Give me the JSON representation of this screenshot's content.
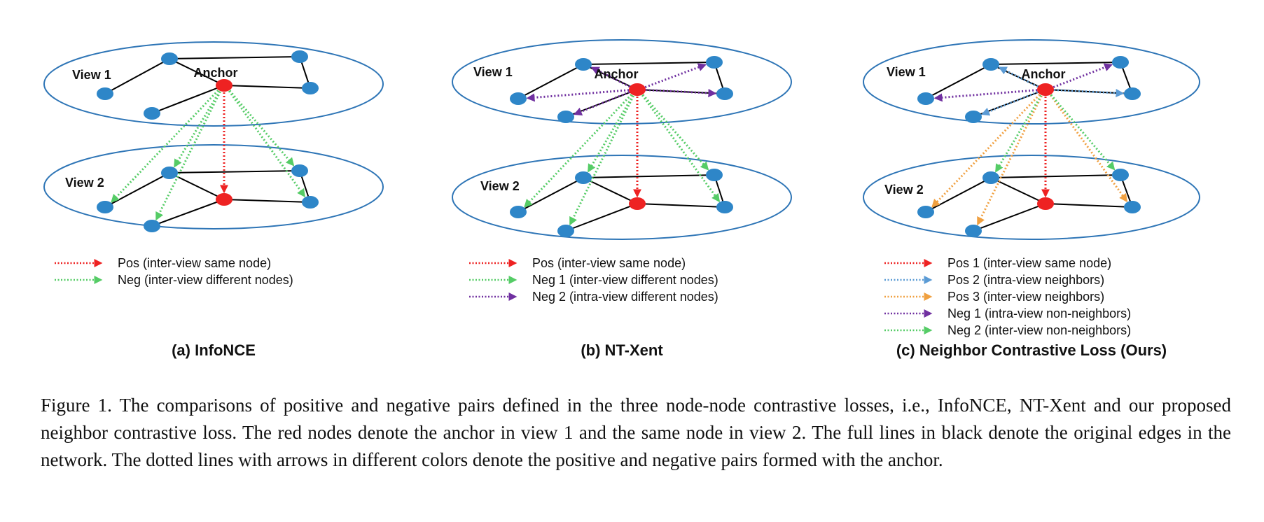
{
  "colors": {
    "ellipse_stroke": "#2e75b6",
    "node_blue": "#2e86c8",
    "node_red": "#ee2222",
    "edge": "#000000",
    "pos_red": "#ee2222",
    "neg_green": "#55cc66",
    "neg_purple": "#7030a0",
    "pos_blue": "#5b9bd5",
    "pos_orange": "#f0a040"
  },
  "view_labels": {
    "view1": "View 1",
    "view2": "View 2"
  },
  "anchor_label": "Anchor",
  "panels": [
    {
      "id": "a",
      "title": "(a) InfoNCE",
      "legend": [
        {
          "label": "Pos (inter-view same node)",
          "color": "pos_red"
        },
        {
          "label": "Neg (inter-view different nodes)",
          "color": "neg_green"
        }
      ],
      "arrows": [
        {
          "from": "anchor1",
          "to": "anchor2",
          "color": "pos_red"
        },
        {
          "from": "anchor1",
          "to": "v2-0",
          "color": "neg_green"
        },
        {
          "from": "anchor1",
          "to": "v2-1",
          "color": "neg_green"
        },
        {
          "from": "anchor1",
          "to": "v2-2",
          "color": "neg_green"
        },
        {
          "from": "anchor1",
          "to": "v2-3",
          "color": "neg_green"
        },
        {
          "from": "anchor1",
          "to": "v2-4",
          "color": "neg_green"
        }
      ]
    },
    {
      "id": "b",
      "title": "(b) NT-Xent",
      "legend": [
        {
          "label": "Pos (inter-view same node)",
          "color": "pos_red"
        },
        {
          "label": "Neg 1 (inter-view different nodes)",
          "color": "neg_green"
        },
        {
          "label": "Neg 2 (intra-view different nodes)",
          "color": "neg_purple"
        }
      ],
      "arrows": [
        {
          "from": "anchor1",
          "to": "anchor2",
          "color": "pos_red"
        },
        {
          "from": "anchor1",
          "to": "v2-0",
          "color": "neg_green"
        },
        {
          "from": "anchor1",
          "to": "v2-1",
          "color": "neg_green"
        },
        {
          "from": "anchor1",
          "to": "v2-2",
          "color": "neg_green"
        },
        {
          "from": "anchor1",
          "to": "v2-3",
          "color": "neg_green"
        },
        {
          "from": "anchor1",
          "to": "v2-4",
          "color": "neg_green"
        },
        {
          "from": "anchor1",
          "to": "v1-0",
          "color": "neg_purple"
        },
        {
          "from": "anchor1",
          "to": "v1-1",
          "color": "neg_purple"
        },
        {
          "from": "anchor1",
          "to": "v1-2",
          "color": "neg_purple"
        },
        {
          "from": "anchor1",
          "to": "v1-3",
          "color": "neg_purple"
        },
        {
          "from": "anchor1",
          "to": "v1-4",
          "color": "neg_purple"
        }
      ]
    },
    {
      "id": "c",
      "title": "(c) Neighbor Contrastive Loss (Ours)",
      "legend": [
        {
          "label": "Pos 1 (inter-view same node)",
          "color": "pos_red"
        },
        {
          "label": "Pos 2 (intra-view neighbors)",
          "color": "pos_blue"
        },
        {
          "label": "Pos 3 (inter-view neighbors)",
          "color": "pos_orange"
        },
        {
          "label": "Neg 1 (intra-view non-neighbors)",
          "color": "neg_purple"
        },
        {
          "label": "Neg 2 (inter-view non-neighbors)",
          "color": "neg_green"
        }
      ],
      "arrows": [
        {
          "from": "anchor1",
          "to": "anchor2",
          "color": "pos_red"
        },
        {
          "from": "anchor1",
          "to": "v1-0",
          "color": "pos_blue"
        },
        {
          "from": "anchor1",
          "to": "v1-2",
          "color": "pos_blue"
        },
        {
          "from": "anchor1",
          "to": "v1-4",
          "color": "pos_blue"
        },
        {
          "from": "anchor1",
          "to": "v2-1",
          "color": "pos_orange"
        },
        {
          "from": "anchor1",
          "to": "v2-2",
          "color": "pos_orange"
        },
        {
          "from": "anchor1",
          "to": "v2-4",
          "color": "pos_orange"
        },
        {
          "from": "anchor1",
          "to": "v1-1",
          "color": "neg_purple"
        },
        {
          "from": "anchor1",
          "to": "v1-3",
          "color": "neg_purple"
        },
        {
          "from": "anchor1",
          "to": "v2-0",
          "color": "neg_green"
        },
        {
          "from": "anchor1",
          "to": "v2-3",
          "color": "neg_green"
        }
      ]
    }
  ],
  "caption": "Figure 1.  The comparisons of positive and negative pairs defined in the three node-node contrastive losses, i.e., InfoNCE, NT-Xent and our proposed neighbor contrastive loss. The red nodes denote the anchor in view 1 and the same node in view 2. The full lines in black denote the original edges in the network. The dotted lines with arrows in different colors denote the positive and negative pairs formed with the anchor."
}
